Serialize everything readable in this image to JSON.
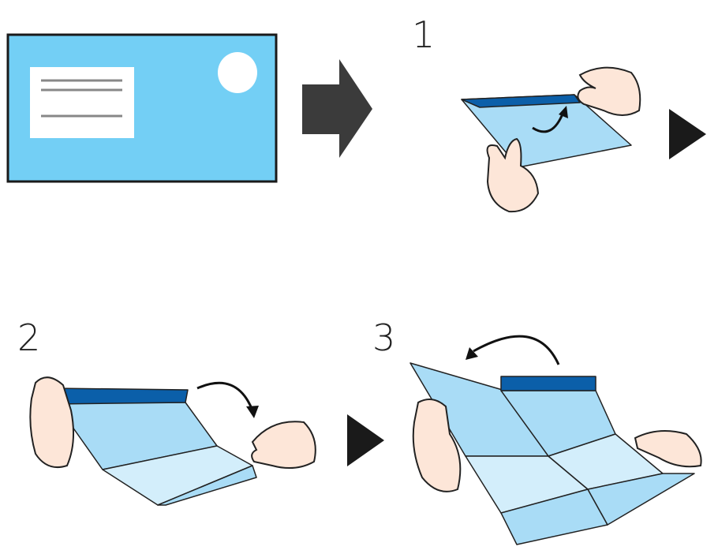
{
  "steps": [
    {
      "number": "1"
    },
    {
      "number": "2"
    },
    {
      "number": "3"
    }
  ],
  "colors": {
    "envelope": "#73cff5",
    "paper": "#a9dcf6",
    "paper_light": "#d3eefb",
    "strip": "#0b5fa9",
    "arrow_dark": "#3b3b3b",
    "triangle": "#1a1a1a",
    "skin": "#fde6d8"
  }
}
